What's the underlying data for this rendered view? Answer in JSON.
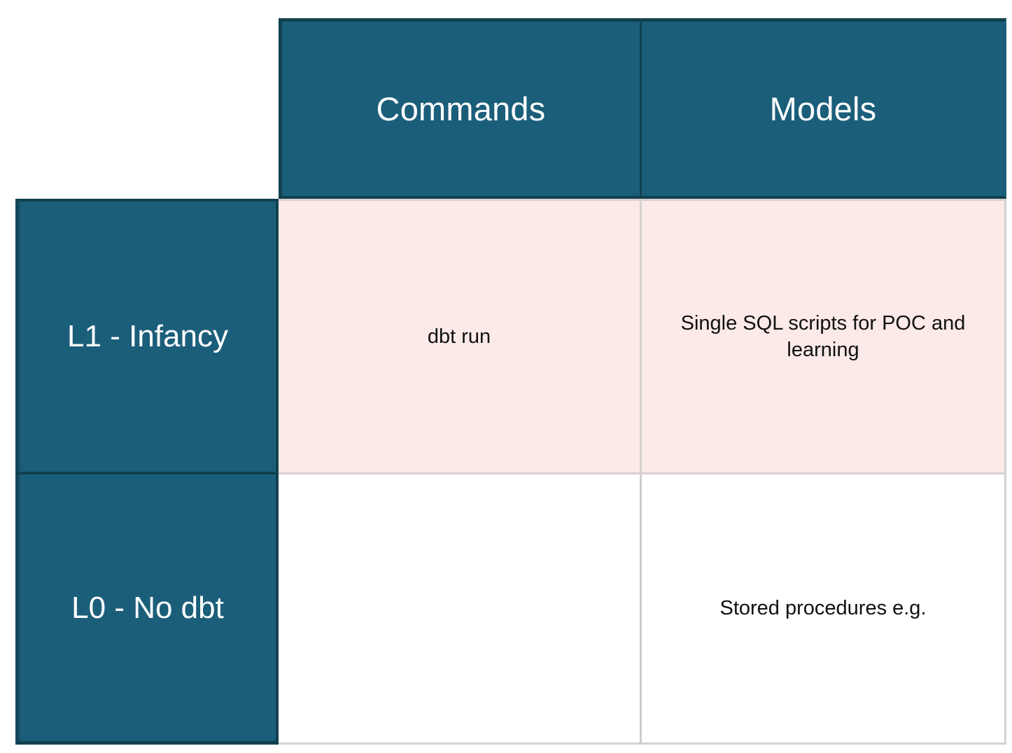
{
  "table": {
    "corner_label": "",
    "column_headers": [
      {
        "id": "commands",
        "label": "Commands"
      },
      {
        "id": "models",
        "label": "Models"
      }
    ],
    "rows": [
      {
        "id": "l1",
        "header": "L1 - Infancy",
        "cells": {
          "commands": "dbt run",
          "models": "Single SQL scripts for POC and learning"
        }
      },
      {
        "id": "l0",
        "header": "L0 - No dbt",
        "cells": {
          "commands": "",
          "models": "Stored procedures e.g."
        }
      }
    ]
  },
  "colors": {
    "header_fill": "#1b5e7a",
    "header_border": "#11414f",
    "row_tint": "#fbeae7",
    "cell_plain": "#ffffff",
    "grid_line": "#cccccc",
    "header_text": "#ffffff",
    "body_text": "#111111"
  }
}
